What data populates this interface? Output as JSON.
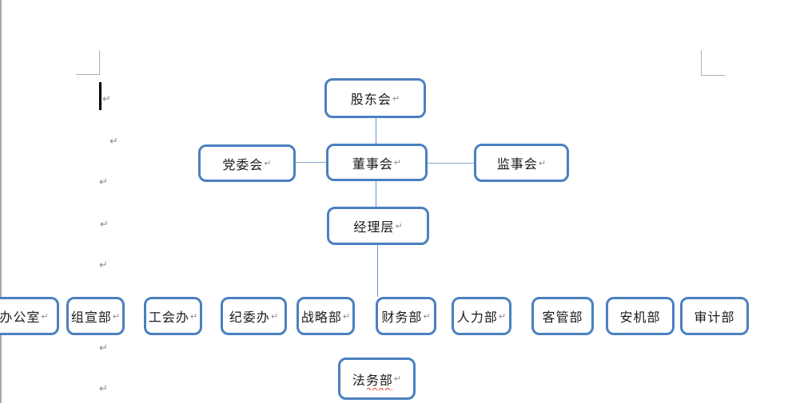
{
  "document": {
    "kind": "word-canvas-org-chart",
    "pilcrow_char": "↵",
    "colors": {
      "box_border": "#4a80c0",
      "connector": "#6e93c3",
      "text": "#1a1a1a",
      "pilcrow": "#8c8c8c",
      "crop_mark": "#aaadb0",
      "page_edge": "#a7a9ac",
      "cursor": "#000000",
      "spellcheck": "#e03c31"
    }
  },
  "org_chart": {
    "nodes": {
      "shareholders": {
        "label": "股东会"
      },
      "party_committee": {
        "label": "党委会"
      },
      "board": {
        "label": "董事会"
      },
      "supervisory": {
        "label": "监事会"
      },
      "management": {
        "label": "经理层"
      },
      "office": {
        "label": "办公室"
      },
      "org_publicity": {
        "label": "组宣部"
      },
      "union_office": {
        "label": "工会办"
      },
      "discipline_office": {
        "label": "纪委办"
      },
      "strategy": {
        "label": "战略部"
      },
      "finance": {
        "label": "财务部"
      },
      "hr": {
        "label": "人力部"
      },
      "customer_mgmt": {
        "label": "客管部"
      },
      "security_mech": {
        "label": "安机部"
      },
      "audit": {
        "label": "审计部"
      },
      "legal": {
        "label": "法务部"
      }
    }
  }
}
